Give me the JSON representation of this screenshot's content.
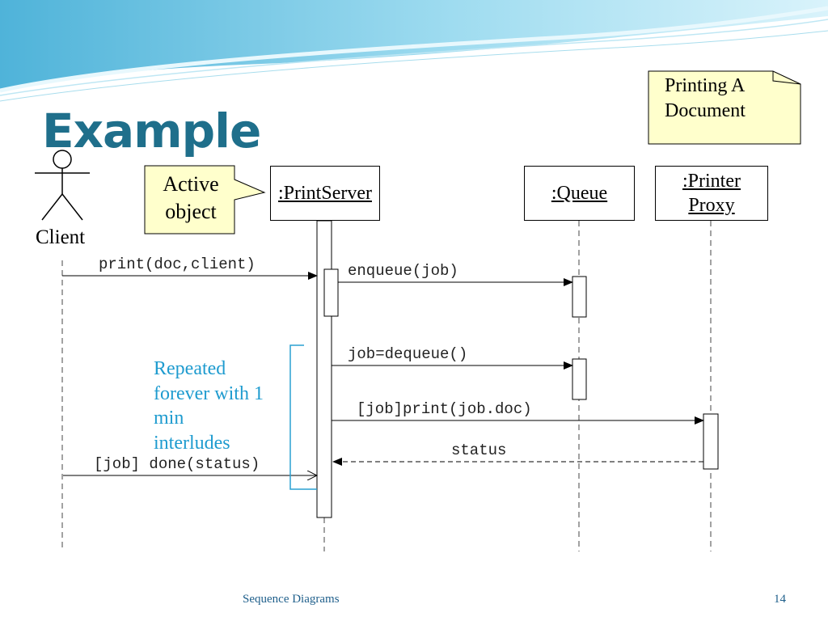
{
  "slide": {
    "title": "Example",
    "note": {
      "line1": "Printing A",
      "line2": "Document"
    },
    "callout": {
      "line1": "Active",
      "line2": "object"
    },
    "actor_label": "Client",
    "objects": {
      "print_server": ":PrintServer",
      "queue": ":Queue",
      "printer_proxy_line1": ":Printer",
      "printer_proxy_line2": "Proxy"
    },
    "messages": {
      "print": "print(doc,client)",
      "enqueue": "enqueue(job)",
      "dequeue": "job=dequeue()",
      "job_print": "[job]print(job.doc)",
      "status": "status",
      "done": "[job] done(status)"
    },
    "repeat_note": {
      "line1": "Repeated",
      "line2": "forever with 1",
      "line3": "min",
      "line4": "interludes"
    },
    "footer": {
      "text": "Sequence Diagrams",
      "page": "14"
    }
  },
  "colors": {
    "title": "#1f6f8b",
    "repeat_note": "#1e9bcf",
    "note_fill": "#ffffcc",
    "accent": "#8fd3ea"
  }
}
